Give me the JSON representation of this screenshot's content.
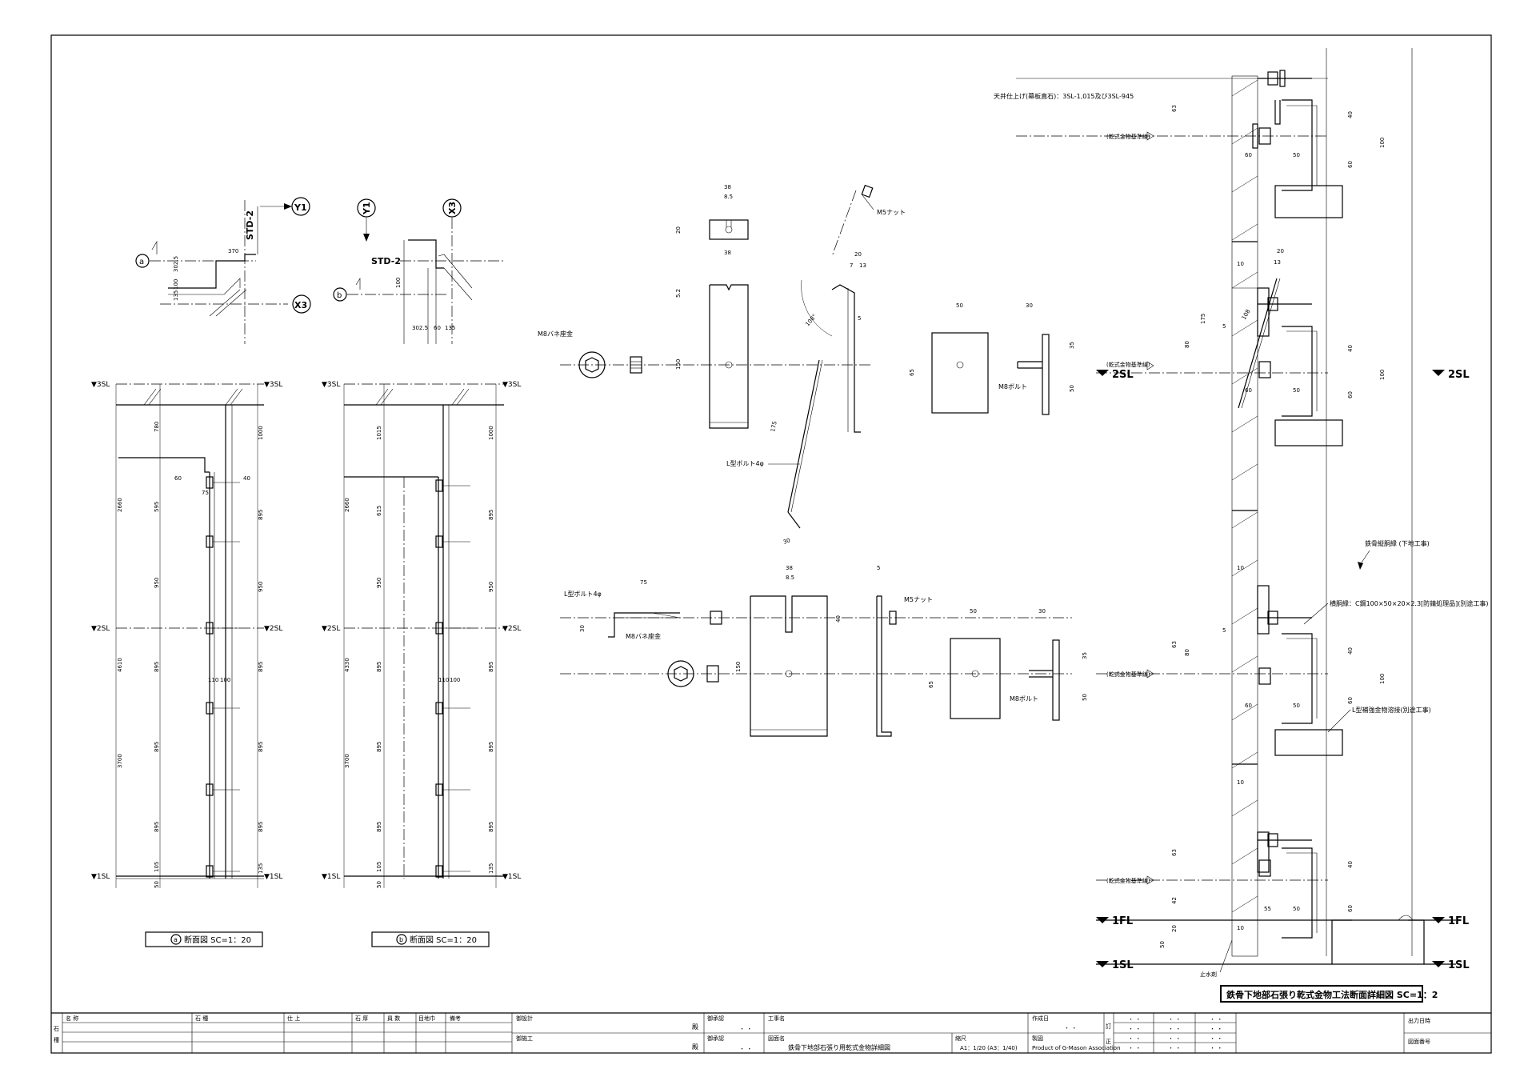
{
  "sheet": {
    "main_title": "鉄骨下地部石張り乾式金物工法断面詳細図 SC=1：2",
    "section_a_title": "断面図 SC=1：20",
    "section_a_letter": "a",
    "section_b_title": "断面図 SC=1：20",
    "section_b_letter": "b"
  },
  "plan": {
    "grid_y1": "Y1",
    "grid_x3": "X3",
    "tag_a": "a",
    "tag_b": "b",
    "std_label": "STD-2",
    "dims_a": [
      "370",
      "302.5",
      "135",
      "100"
    ],
    "dims_b": [
      "302.5",
      "60",
      "135",
      "100"
    ]
  },
  "levels": {
    "sl3": "▼3SL",
    "sl2": "▼2SL",
    "sl1": "▼1SL",
    "fl1": "▼1FL"
  },
  "section_dims": {
    "left_outer": [
      "2660",
      "4610",
      "3700"
    ],
    "left_inner": [
      "780",
      "595",
      "950",
      "895",
      "895",
      "895",
      "105",
      "50"
    ],
    "right_inner": [
      "1000",
      "895",
      "950",
      "895",
      "895",
      "895",
      "135"
    ],
    "anchor_dims": [
      "40",
      "60",
      "75",
      "110",
      "100"
    ],
    "b_outer": [
      "2660",
      "4330",
      "3700"
    ],
    "b_inner": [
      "1015",
      "615",
      "950",
      "895",
      "895",
      "895",
      "105",
      "50"
    ]
  },
  "parts_top": {
    "washer_label": "M8バネ座金",
    "nut_label": "M5ナット",
    "lbolt_label": "L型ボルト4φ",
    "bolt_label": "M8ボルト",
    "dims": [
      "38",
      "8.5",
      "20",
      "38",
      "5.2",
      "150",
      "20",
      "13",
      "7",
      "108°",
      "5",
      "175",
      "30",
      "50",
      "30",
      "65",
      "35",
      "50"
    ]
  },
  "parts_bottom": {
    "lbolt_label": "L型ボルト4φ",
    "washer_label": "M8バネ座金",
    "nut_label": "M5ナット",
    "bolt_label": "M8ボルト",
    "dims": [
      "75",
      "30",
      "38",
      "8.5",
      "40",
      "5",
      "150",
      "50",
      "30",
      "65",
      "35",
      "50"
    ]
  },
  "detail": {
    "ceiling_note": "天井仕上げ(幕板直石)：3SL-1,015及び3SL-945",
    "ref_label": "(乾式金物基準線)",
    "frame_note": "鉄骨縦胴縁 (下地工事)",
    "purlin_note": "横胴縁：C鋼100×50×20×2.3[防錆処理品](別途工事)",
    "angle_note": "L型補強金物溶接(別途工事)",
    "stop_water": "止水剤",
    "level_2sl": "2SL",
    "level_1fl": "1FL",
    "level_1sl": "1SL",
    "dims": [
      "63",
      "60",
      "50",
      "40",
      "100",
      "60",
      "20",
      "10",
      "13",
      "175",
      "80",
      "5",
      "108",
      "42",
      "55",
      "20",
      "50"
    ]
  },
  "titleblock": {
    "col_headers": [
      "名 称",
      "石 種",
      "仕 上",
      "石 厚",
      "員 数",
      "目地巾",
      "備考"
    ],
    "side_label_top": "石",
    "side_label_bot": "種",
    "designer": "御設計",
    "constructor": "御施工",
    "honorific": "殿",
    "approve": "御承認",
    "approve2": "御承認",
    "project_label": "工事名",
    "drawing_label": "図面名",
    "drawing_name": "鉄骨下地部石張り用乾式金物詳細図",
    "scale_label": "縮尺",
    "scale_value": "A1：1/20 (A3：1/40)",
    "date_label": "作成日",
    "date_value": "・ ・",
    "maker_label": "製図",
    "maker_value": "Product of G-Mason Association",
    "rev_marks": [
      "訂",
      "正"
    ],
    "dot": "・ ・",
    "print_label": "出力日時",
    "drawing_no_label": "図面番号"
  }
}
